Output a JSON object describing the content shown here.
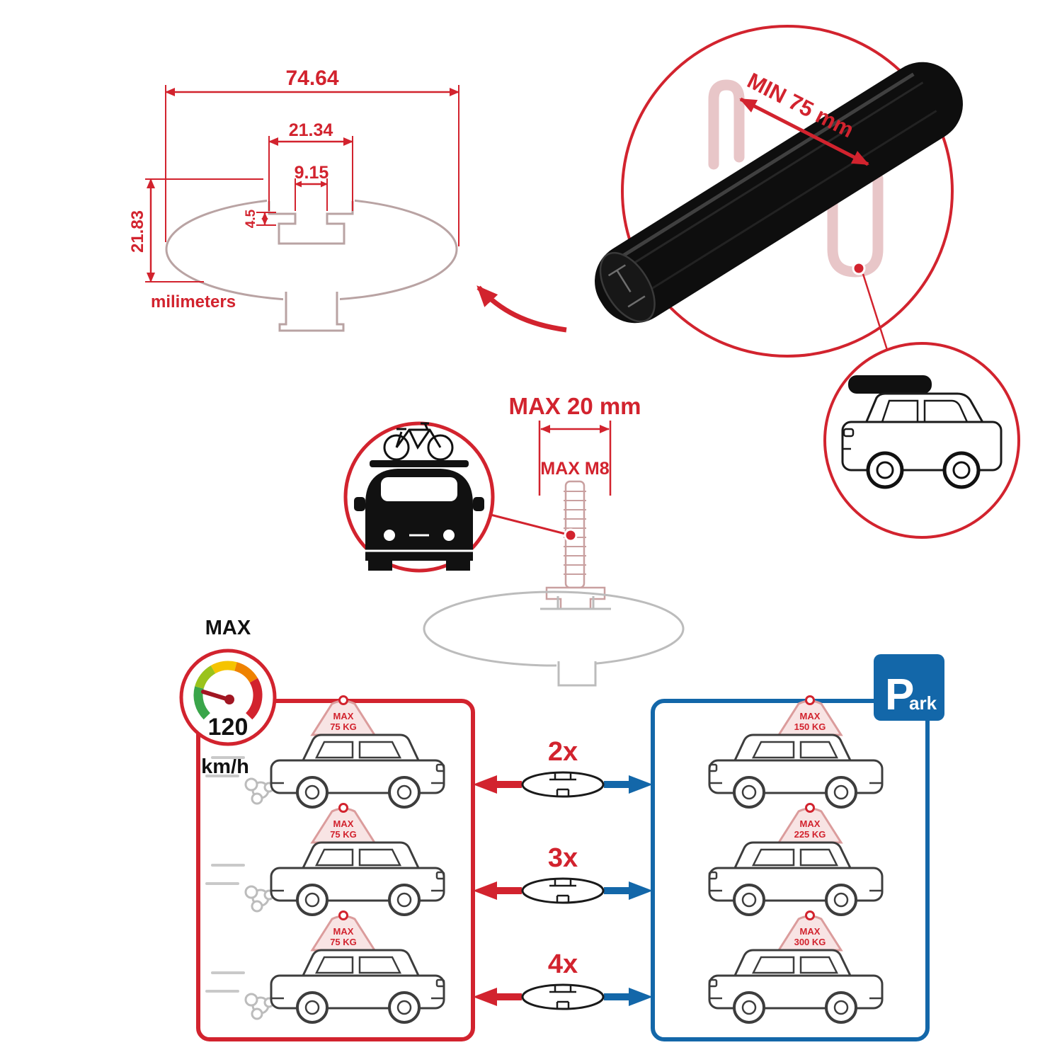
{
  "colors": {
    "red": "#d2232e",
    "blue": "#1367a9",
    "black": "#111111",
    "profile_gray": "#b9a3a3"
  },
  "profile_dimensions": {
    "width_total": "74.64",
    "width_channel": "21.34",
    "width_slot": "9.15",
    "lip_depth": "4.5",
    "height_total": "21.83",
    "units": "milimeters"
  },
  "bar_zoom": {
    "min_span": "MIN 75 mm"
  },
  "bolt": {
    "max_length": "MAX 20 mm",
    "max_thread": "MAX M8"
  },
  "speed_limit": {
    "label": "MAX",
    "value": "120",
    "units": "km/h"
  },
  "park_sign": {
    "initial": "P",
    "rest": "ark"
  },
  "driving_cars": [
    {
      "max": "MAX",
      "load": "75 KG"
    },
    {
      "max": "MAX",
      "load": "75 KG"
    },
    {
      "max": "MAX",
      "load": "75 KG"
    }
  ],
  "bar_counts": [
    "2x",
    "3x",
    "4x"
  ],
  "parked_cars": [
    {
      "max": "MAX",
      "load": "150 KG"
    },
    {
      "max": "MAX",
      "load": "225 KG"
    },
    {
      "max": "MAX",
      "load": "300 KG"
    }
  ]
}
